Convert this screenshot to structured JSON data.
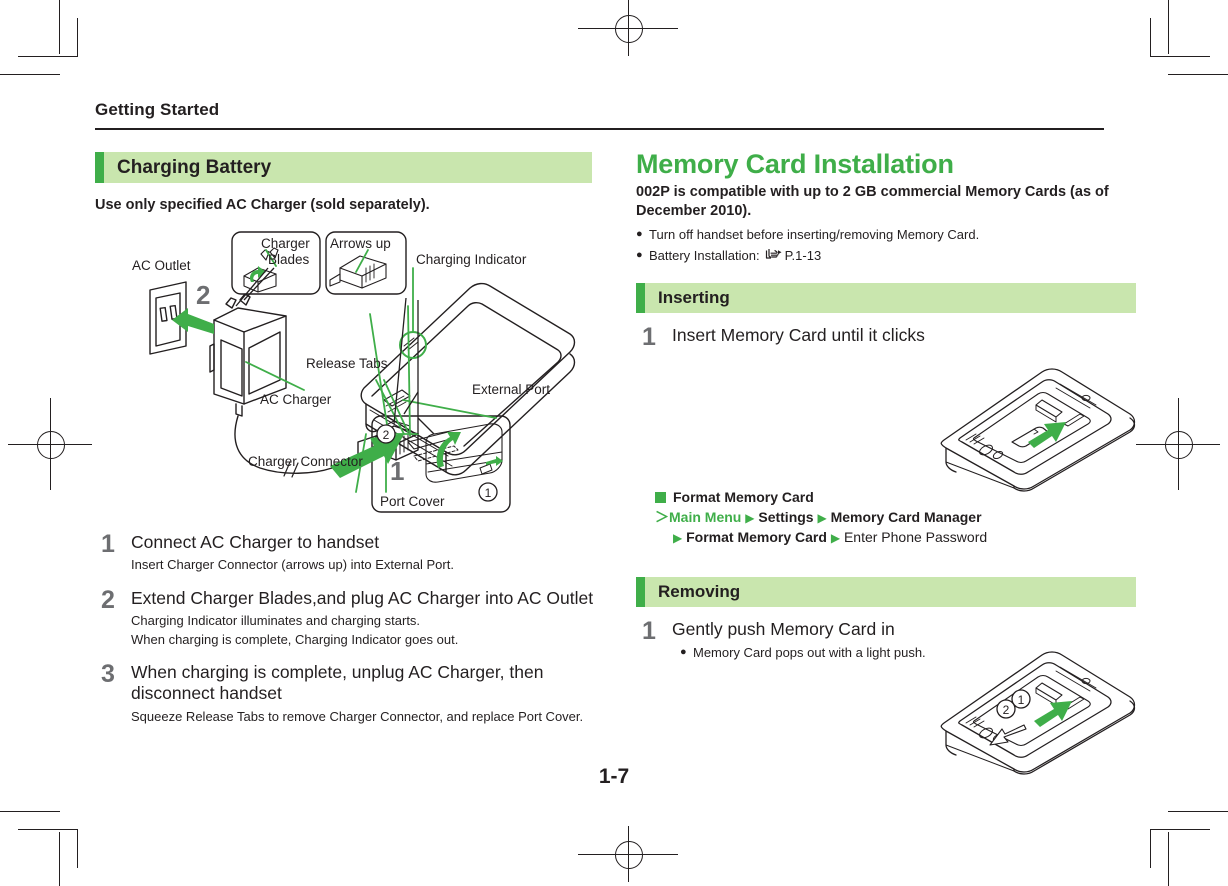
{
  "page": {
    "running_head": "Getting Started",
    "page_number": "1-7"
  },
  "left_column": {
    "heading": "Charging Battery",
    "intro": "Use only specified AC Charger (sold separately).",
    "figure": {
      "labels": {
        "ac_outlet": "AC Outlet",
        "charger_blades": "Charger Blades",
        "arrows_up": "Arrows up",
        "charging_indicator": "Charging Indicator",
        "release_tabs": "Release Tabs",
        "ac_charger": "AC Charger",
        "external_port": "External Port",
        "charger_connector": "Charger Connector",
        "port_cover": "Port Cover"
      },
      "callouts": {
        "step_one": "1",
        "step_two": "2",
        "circle_one": "①",
        "circle_two": "②"
      }
    },
    "steps": [
      {
        "num": "1",
        "title": "Connect AC Charger to handset",
        "notes": [
          "Insert Charger Connector (arrows up) into External Port."
        ]
      },
      {
        "num": "2",
        "title": "Extend Charger Blades,and plug AC Charger into AC Outlet",
        "notes": [
          "Charging Indicator illuminates and charging starts.",
          "When charging is complete, Charging Indicator goes out."
        ]
      },
      {
        "num": "3",
        "title": "When charging is complete, unplug AC Charger, then disconnect handset",
        "notes": [
          "Squeeze Release Tabs to remove Charger Connector, and replace Port Cover."
        ]
      }
    ]
  },
  "right_column": {
    "title": "Memory Card Installation",
    "lead": "002P is compatible with up to 2 GB commercial Memory Cards (as of December 2010).",
    "bullets": [
      {
        "dot": "●",
        "text": "Turn off handset before inserting/removing Memory Card."
      },
      {
        "dot": "●",
        "text_before": "Battery Installation:",
        "ref_icon": "pointing-hand-icon",
        "ref": "P.1-13"
      }
    ],
    "inserting": {
      "heading": "Inserting",
      "step": {
        "num": "1",
        "title": "Insert Memory Card until it clicks"
      },
      "format_block": {
        "marker": "■",
        "heading": "Format Memory Card",
        "arrow_prefix": "＞",
        "path": [
          {
            "label": "Main Menu",
            "style": "green-bold"
          },
          {
            "label": "Settings",
            "style": "bold"
          },
          {
            "label": "Memory Card Manager",
            "style": "bold"
          },
          {
            "label": "Format Memory Card",
            "style": "bold"
          },
          {
            "label": "Enter Phone Password",
            "style": "plain"
          }
        ],
        "separator": "▶"
      }
    },
    "removing": {
      "heading": "Removing",
      "step": {
        "num": "1",
        "title": "Gently push Memory Card in",
        "bullet": {
          "dot": "●",
          "text": "Memory Card pops out with a light push."
        }
      },
      "figure_callouts": {
        "circle_one": "①",
        "circle_two": "②"
      }
    }
  },
  "colors": {
    "accent_green": "#3fae49",
    "bar_green": "#c9e6ae",
    "number_grey": "#6d6e71",
    "text": "#231f20"
  }
}
